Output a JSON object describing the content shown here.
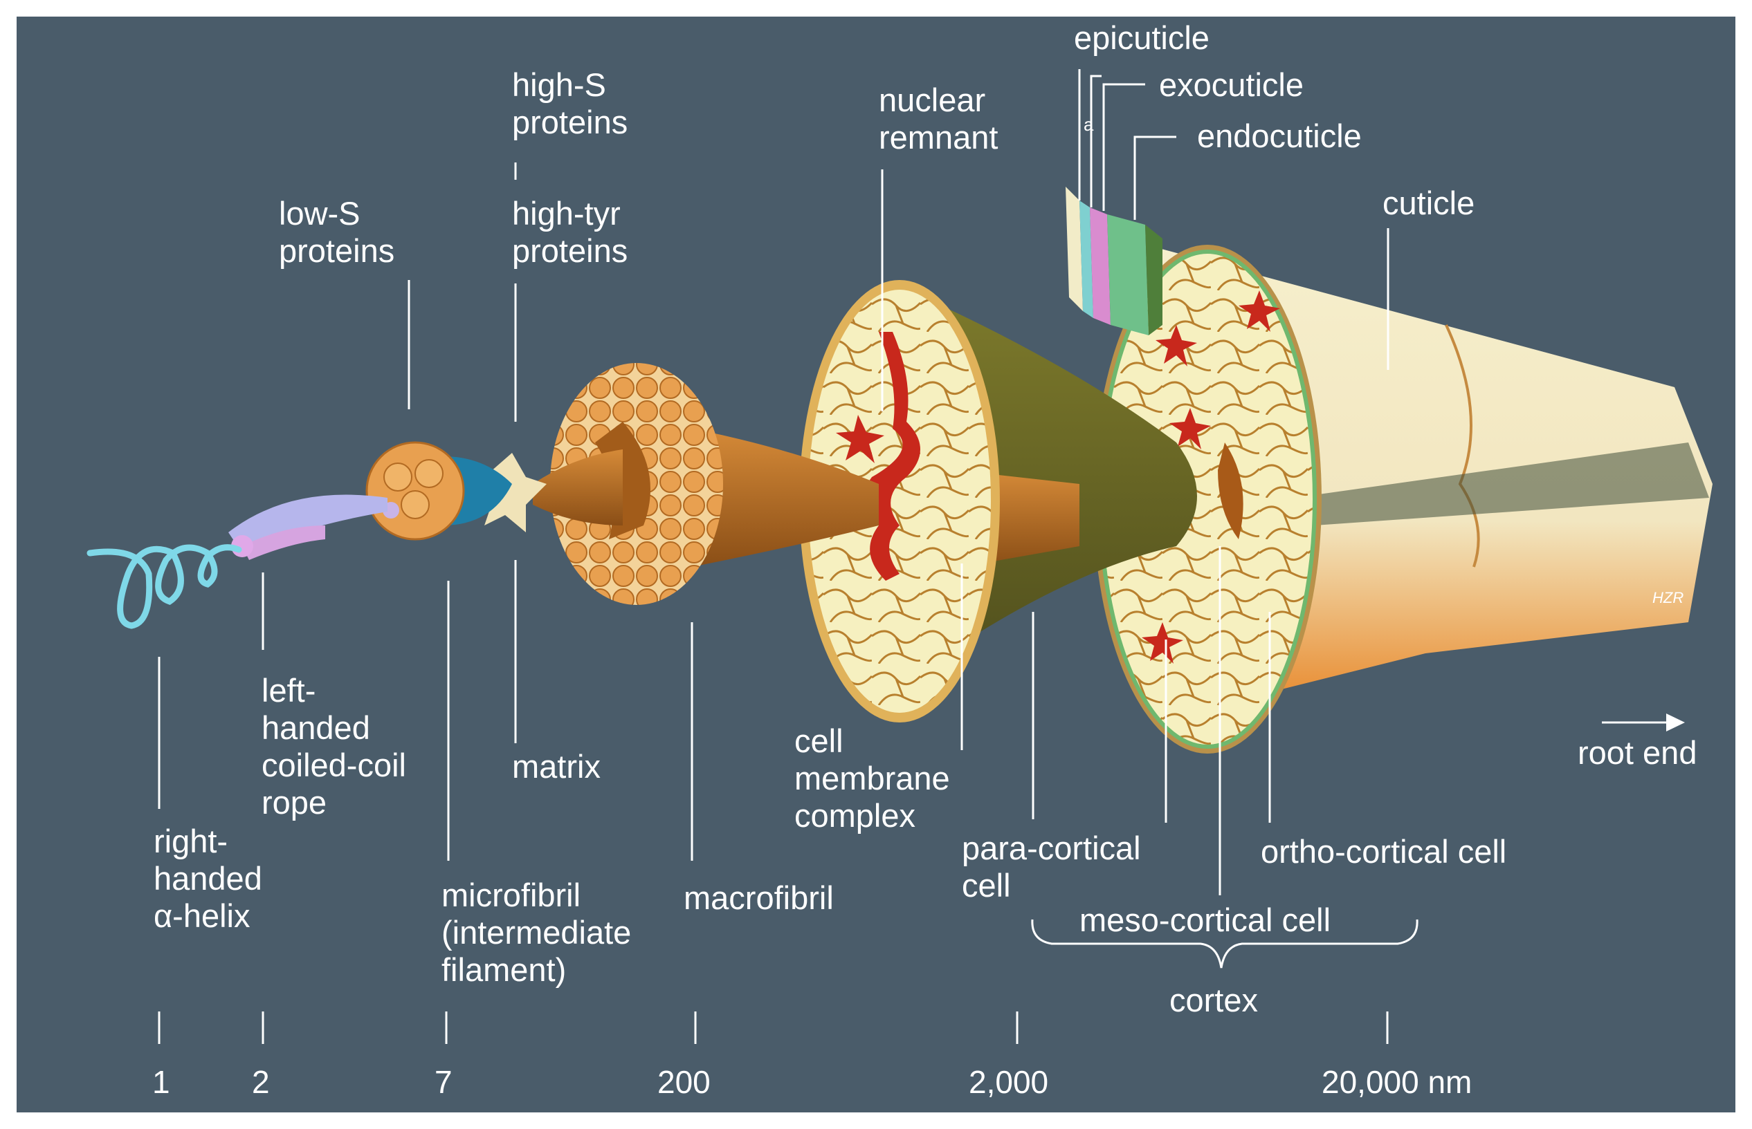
{
  "labels": {
    "epicuticle": "epicuticle",
    "exocuticle": "exocuticle",
    "a": "a",
    "endocuticle": "endocuticle",
    "cuticle": "cuticle",
    "nuclear_remnant": [
      "nuclear",
      "remnant"
    ],
    "high_s_proteins": [
      "high-S",
      "proteins"
    ],
    "high_tyr_proteins": [
      "high-tyr",
      "proteins"
    ],
    "low_s_proteins": [
      "low-S",
      "proteins"
    ],
    "left_handed_rope": [
      "left-",
      "handed",
      "coiled-coil",
      "rope"
    ],
    "right_handed_helix": [
      "right-",
      "handed",
      "α-helix"
    ],
    "matrix": "matrix",
    "microfibril": [
      "microfibril",
      "(intermediate",
      "filament)"
    ],
    "macrofibril": "macrofibril",
    "cell_membrane_complex": [
      "cell",
      "membrane",
      "complex"
    ],
    "para_cortical_cell": [
      "para-cortical",
      "cell"
    ],
    "meso_cortical_cell": "meso-cortical cell",
    "ortho_cortical_cell": "ortho-cortical cell",
    "cortex": "cortex",
    "root_end": "root end",
    "signature": "HZR"
  },
  "scale": [
    "1",
    "2",
    "7",
    "200",
    "2,000",
    "20,000 nm"
  ],
  "colors": {
    "background": "#4a5c6a",
    "helix": "#7fd8e8",
    "rope": "#b6b6ec",
    "microfibril_blue": "#1f7fa8",
    "macrofibril_orange": "#e8a050",
    "cell_cream": "#f6f0c0",
    "olive": "#6b6a28",
    "nucleus_red": "#c8281c",
    "cuticle_cream": "#f4ecc6",
    "cuticle_orange": "#e88a2e"
  }
}
